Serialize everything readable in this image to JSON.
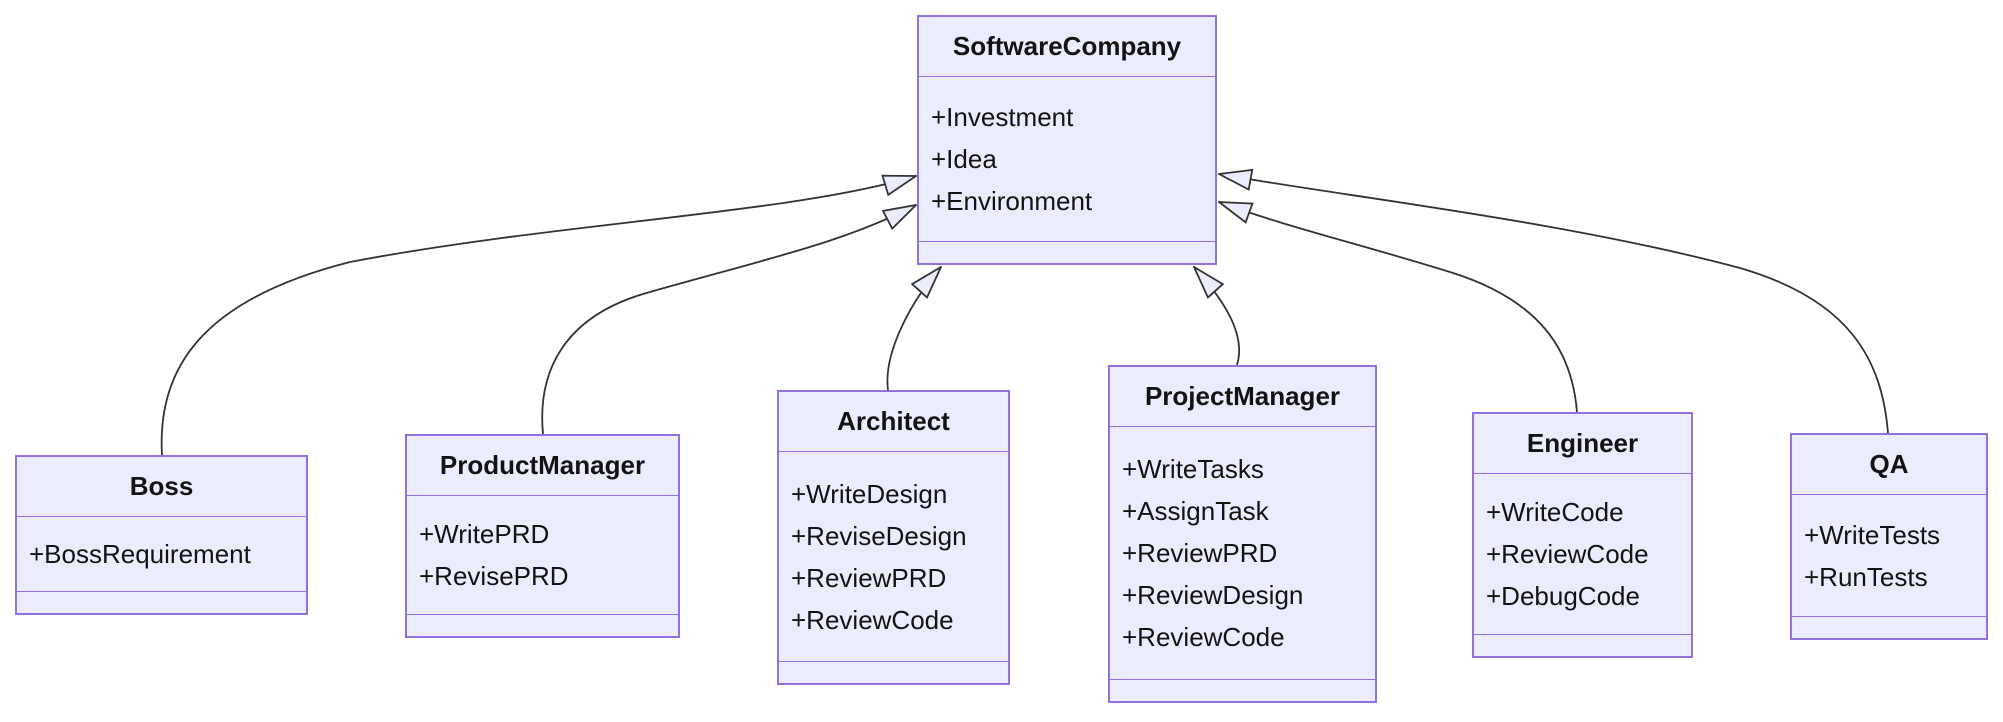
{
  "diagram": {
    "kind": "uml-class-diagram",
    "colors": {
      "node_fill": "#ECECFF",
      "node_border": "#9370DB",
      "edge_line": "#333333",
      "text": "#131313",
      "background": "#FFFFFF"
    },
    "classes": [
      {
        "name": "SoftwareCompany",
        "attributes": [
          "+Investment",
          "+Idea",
          "+Environment"
        ],
        "methods": []
      },
      {
        "name": "Boss",
        "attributes": [
          "+BossRequirement"
        ],
        "methods": []
      },
      {
        "name": "ProductManager",
        "attributes": [
          "+WritePRD",
          "+RevisePRD"
        ],
        "methods": []
      },
      {
        "name": "Architect",
        "attributes": [
          "+WriteDesign",
          "+ReviseDesign",
          "+ReviewPRD",
          "+ReviewCode"
        ],
        "methods": []
      },
      {
        "name": "ProjectManager",
        "attributes": [
          "+WriteTasks",
          "+AssignTask",
          "+ReviewPRD",
          "+ReviewDesign",
          "+ReviewCode"
        ],
        "methods": []
      },
      {
        "name": "Engineer",
        "attributes": [
          "+WriteCode",
          "+ReviewCode",
          "+DebugCode"
        ],
        "methods": []
      },
      {
        "name": "QA",
        "attributes": [
          "+WriteTests",
          "+RunTests"
        ],
        "methods": []
      }
    ],
    "relations": [
      {
        "from": "Boss",
        "to": "SoftwareCompany",
        "type": "inheritance"
      },
      {
        "from": "ProductManager",
        "to": "SoftwareCompany",
        "type": "inheritance"
      },
      {
        "from": "Architect",
        "to": "SoftwareCompany",
        "type": "inheritance"
      },
      {
        "from": "ProjectManager",
        "to": "SoftwareCompany",
        "type": "inheritance"
      },
      {
        "from": "Engineer",
        "to": "SoftwareCompany",
        "type": "inheritance"
      },
      {
        "from": "QA",
        "to": "SoftwareCompany",
        "type": "inheritance"
      }
    ]
  }
}
